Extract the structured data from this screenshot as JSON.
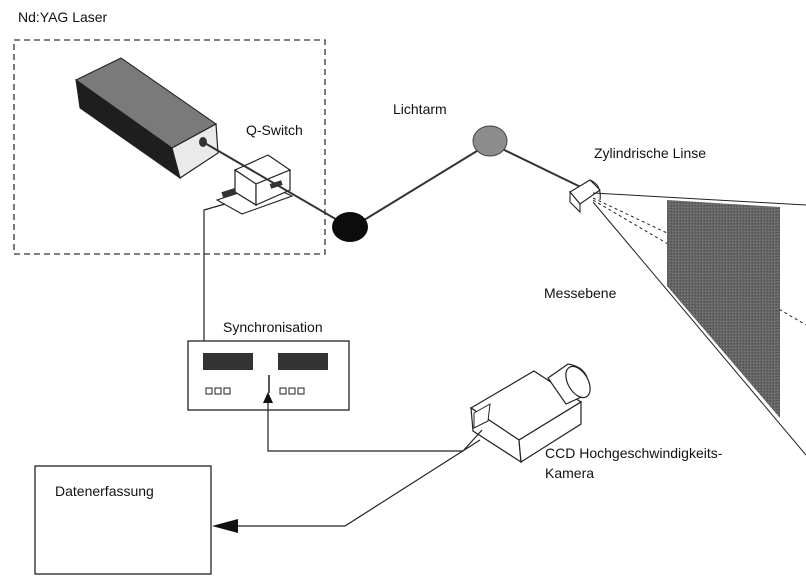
{
  "labels": {
    "laser": "Nd:YAG Laser",
    "qswitch": "Q-Switch",
    "lichtarm": "Lichtarm",
    "linse": "Zylindrische Linse",
    "messebene": "Messebene",
    "sync": "Synchronisation",
    "camera_line1": "CCD Hochgeschwindigkeits-",
    "camera_line2": "Kamera",
    "daten": "Datenerfassung"
  },
  "colors": {
    "line": "#222222",
    "laser_dark": "#1e1e1e",
    "laser_mid": "#4a4a4a",
    "laser_light": "#7a7a7a",
    "measurement_plane": "#6c6c6c",
    "mirror_gray": "#8c8c8c"
  }
}
